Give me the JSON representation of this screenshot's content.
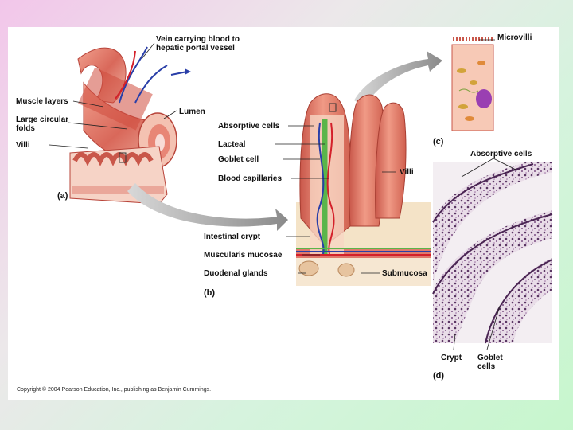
{
  "labels": {
    "vein": "Vein carrying blood to hepatic portal vessel",
    "muscle_layers": "Muscle layers",
    "lumen": "Lumen",
    "large_circular_folds": "Large circular folds",
    "villi_a": "Villi",
    "panel_a": "(a)",
    "microvilli": "Microvilli",
    "panel_c": "(c)",
    "absorptive_cells_b": "Absorptive cells",
    "lacteal": "Lacteal",
    "goblet_cell": "Goblet cell",
    "blood_capillaries": "Blood capillaries",
    "villi_b": "Villi",
    "intestinal_crypt": "Intestinal crypt",
    "muscularis_mucosae": "Muscularis mucosae",
    "duodenal_glands": "Duodenal glands",
    "submucosa": "Submucosa",
    "panel_b": "(b)",
    "absorptive_cells_d": "Absorptive cells",
    "crypt": "Crypt",
    "goblet_cells": "Goblet cells",
    "panel_d": "(d)"
  },
  "copyright": "Copyright © 2004 Pearson Education, Inc., publishing as Benjamin Cummings.",
  "colors": {
    "tissue": "#e0786a",
    "tissue_light": "#f4b3a4",
    "tissue_dark": "#b8443a",
    "vein": "#2a3fa8",
    "artery": "#d4202a",
    "lacteal": "#5ab54a",
    "arrow_gray": "#8c8c8c",
    "histology_purple": "#6b3f73"
  }
}
